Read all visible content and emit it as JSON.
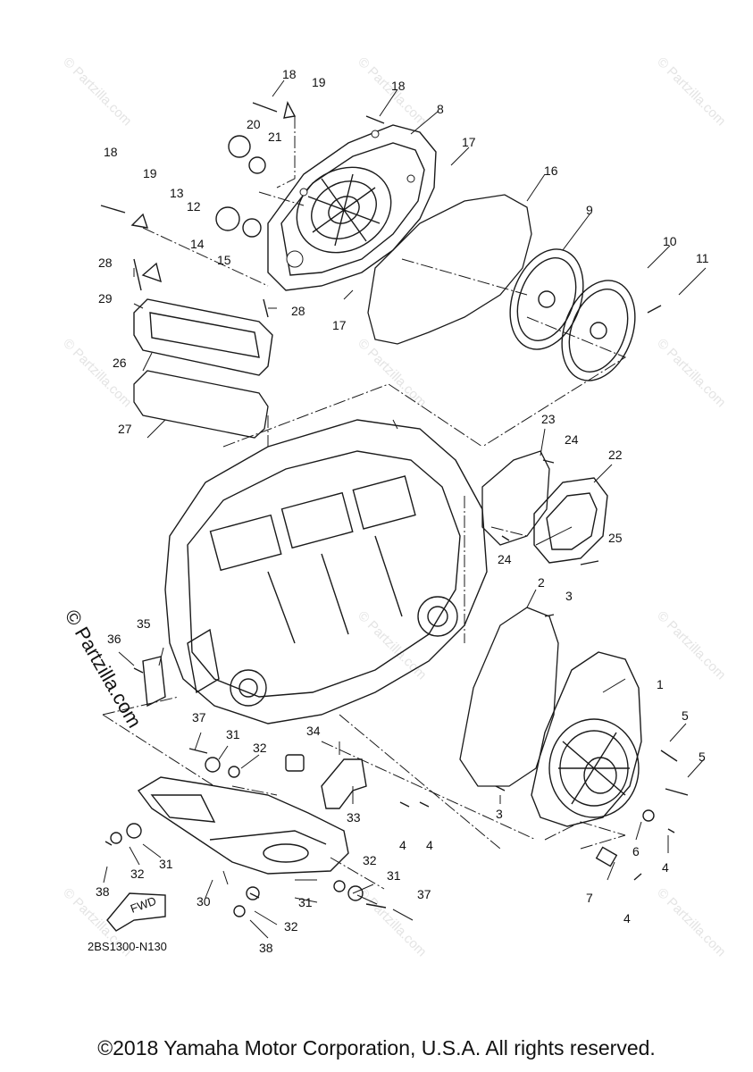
{
  "diagram": {
    "code": "2BS1300-N130",
    "watermark_main": "© Partzilla.com",
    "watermark_tile": "© Partzilla.com",
    "fwd_label": "FWD",
    "copyright": "©2018 Yamaha Motor Corporation, U.S.A. All rights reserved."
  },
  "callouts": [
    {
      "id": "c18a",
      "label": "18"
    },
    {
      "id": "c19a",
      "label": "19"
    },
    {
      "id": "c18b",
      "label": "18"
    },
    {
      "id": "c8",
      "label": "8"
    },
    {
      "id": "c20",
      "label": "20"
    },
    {
      "id": "c21",
      "label": "21"
    },
    {
      "id": "c17a",
      "label": "17"
    },
    {
      "id": "c16",
      "label": "16"
    },
    {
      "id": "c18c",
      "label": "18"
    },
    {
      "id": "c19b",
      "label": "19"
    },
    {
      "id": "c13",
      "label": "13"
    },
    {
      "id": "c12",
      "label": "12"
    },
    {
      "id": "c9",
      "label": "9"
    },
    {
      "id": "c10",
      "label": "10"
    },
    {
      "id": "c11",
      "label": "11"
    },
    {
      "id": "c14",
      "label": "14"
    },
    {
      "id": "c15",
      "label": "15"
    },
    {
      "id": "c28a",
      "label": "28"
    },
    {
      "id": "c28b",
      "label": "28"
    },
    {
      "id": "c29",
      "label": "29"
    },
    {
      "id": "c17b",
      "label": "17"
    },
    {
      "id": "c26",
      "label": "26"
    },
    {
      "id": "c27",
      "label": "27"
    },
    {
      "id": "c23",
      "label": "23"
    },
    {
      "id": "c24a",
      "label": "24"
    },
    {
      "id": "c22",
      "label": "22"
    },
    {
      "id": "c25",
      "label": "25"
    },
    {
      "id": "c24b",
      "label": "24"
    },
    {
      "id": "c2",
      "label": "2"
    },
    {
      "id": "c3a",
      "label": "3"
    },
    {
      "id": "c35",
      "label": "35"
    },
    {
      "id": "c36",
      "label": "36"
    },
    {
      "id": "c1",
      "label": "1"
    },
    {
      "id": "c5a",
      "label": "5"
    },
    {
      "id": "c5b",
      "label": "5"
    },
    {
      "id": "c37a",
      "label": "37"
    },
    {
      "id": "c31a",
      "label": "31"
    },
    {
      "id": "c32a",
      "label": "32"
    },
    {
      "id": "c34",
      "label": "34"
    },
    {
      "id": "c3b",
      "label": "3"
    },
    {
      "id": "c33",
      "label": "33"
    },
    {
      "id": "c4a",
      "label": "4"
    },
    {
      "id": "c4b",
      "label": "4"
    },
    {
      "id": "c6",
      "label": "6"
    },
    {
      "id": "c4c",
      "label": "4"
    },
    {
      "id": "c31b",
      "label": "31"
    },
    {
      "id": "c32b",
      "label": "32"
    },
    {
      "id": "c38a",
      "label": "38"
    },
    {
      "id": "c30",
      "label": "30"
    },
    {
      "id": "c32c",
      "label": "32"
    },
    {
      "id": "c31c",
      "label": "31"
    },
    {
      "id": "c37b",
      "label": "37"
    },
    {
      "id": "c31d",
      "label": "31"
    },
    {
      "id": "c32d",
      "label": "32"
    },
    {
      "id": "c38b",
      "label": "38"
    },
    {
      "id": "c7",
      "label": "7"
    },
    {
      "id": "c4d",
      "label": "4"
    }
  ]
}
